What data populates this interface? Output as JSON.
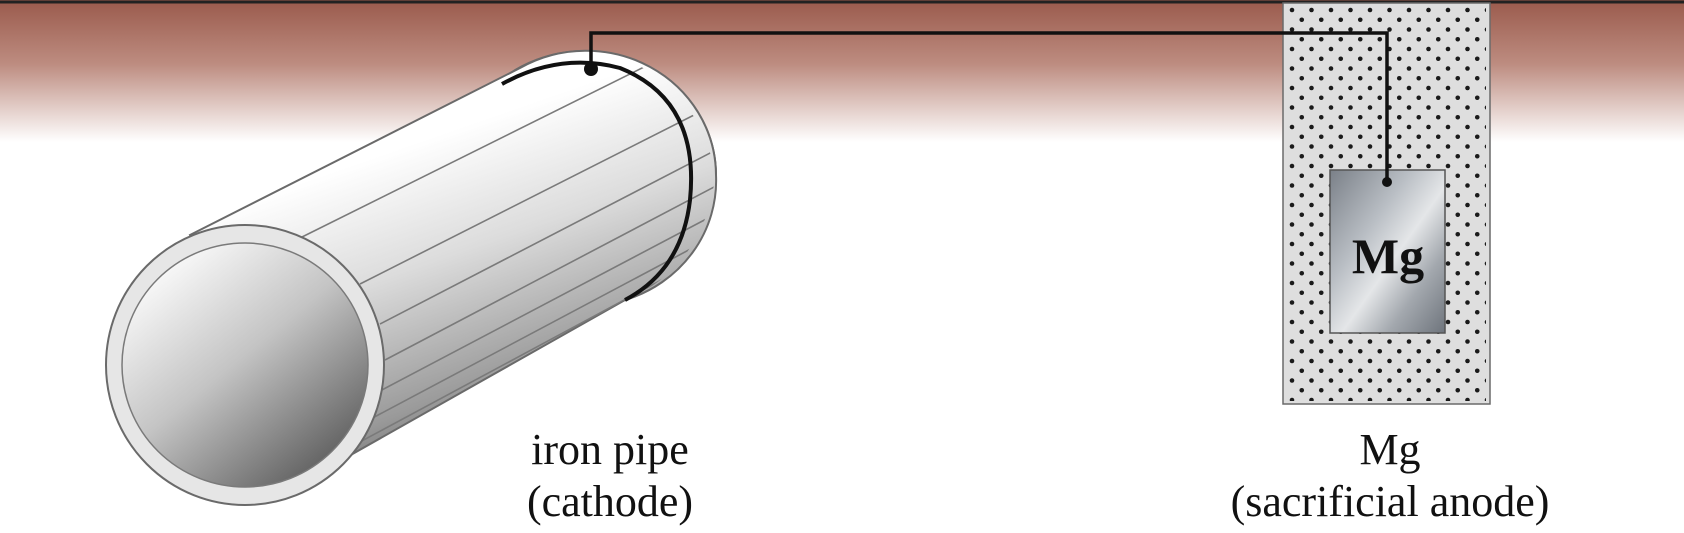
{
  "pipe": {
    "name": "iron pipe",
    "role": "(cathode)"
  },
  "anode": {
    "block_label": "Mg",
    "name": "Mg",
    "role": "(sacrificial anode)"
  },
  "colors": {
    "soil_top": "#9a5a4c",
    "soil_fade": "#ffffff",
    "pipe_light": "#f4f4f4",
    "pipe_dark": "#6a6a6a",
    "backfill": "#dedede",
    "magnesium": "#9aa0a8",
    "wire": "#111111"
  }
}
